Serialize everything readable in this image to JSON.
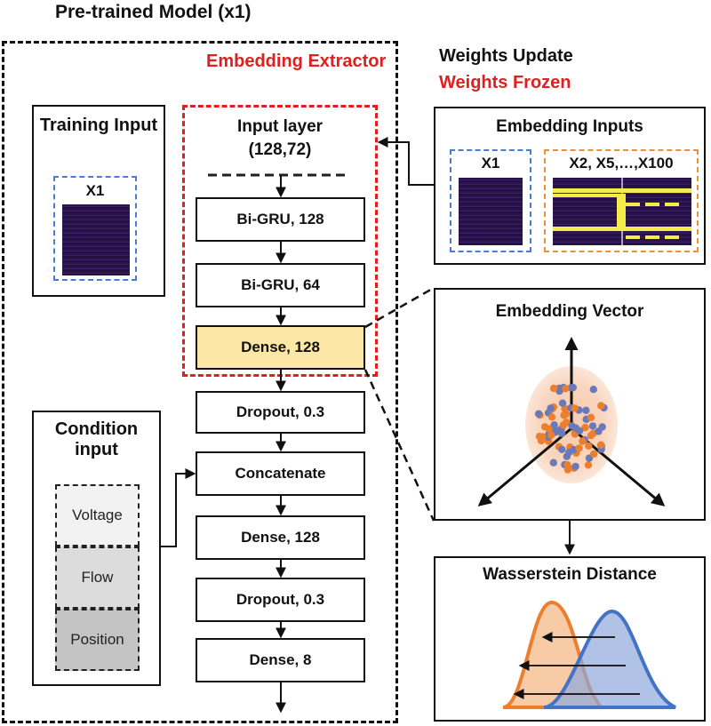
{
  "model_title": "Pre-trained Model (x1)",
  "legend": {
    "update": "Weights Update",
    "frozen": "Weights Frozen"
  },
  "extractor_title": "Embedding Extractor",
  "input_layer": {
    "label": "Input layer",
    "shape": "(128,72)"
  },
  "layers": {
    "bigru_128": "Bi-GRU, 128",
    "bigru_64": "Bi-GRU, 64",
    "dense_128_a": "Dense, 128",
    "dropout_a": "Dropout, 0.3",
    "concatenate": "Concatenate",
    "dense_128_b": "Dense, 128",
    "dropout_b": "Dropout, 0.3",
    "dense_8": "Dense, 8"
  },
  "training_input": {
    "title": "Training Input",
    "sample": "X1"
  },
  "condition_input": {
    "title": "Condition input",
    "items": [
      "Voltage",
      "Flow",
      "Position"
    ]
  },
  "embedding_inputs": {
    "title": "Embedding Inputs",
    "sample_a": "X1",
    "sample_b": "X2, X5,…,X100"
  },
  "embedding_vector": {
    "title": "Embedding Vector"
  },
  "wasserstein": {
    "title": "Wasserstein Distance"
  },
  "colors": {
    "frozen": "#e02020",
    "blue_dash": "#4a7cd6",
    "orange_dash": "#e8913a",
    "dense_fill": "#fde7a6",
    "heatmap": "#2a1450",
    "stripe": "#f4ec4a",
    "orange_dist": "#ec7f2e",
    "blue_dist": "#4472c4"
  }
}
